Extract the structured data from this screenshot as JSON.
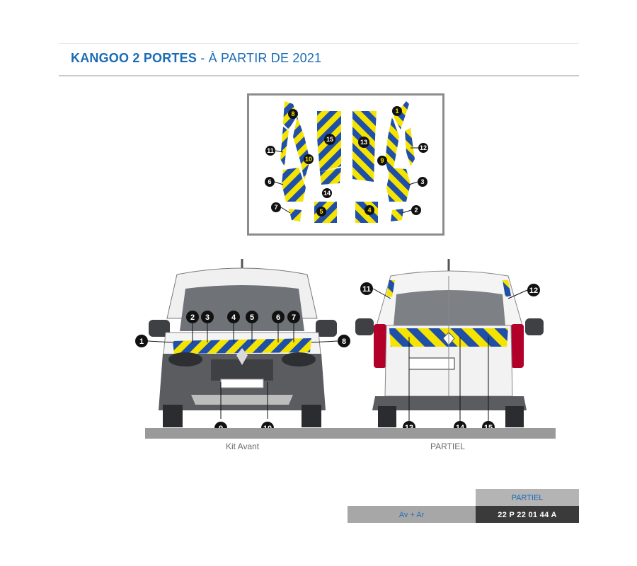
{
  "header": {
    "title_bold": "KANGOO 2 PORTES",
    "title_separator": " - ",
    "title_rest": "À PARTIR DE 2021"
  },
  "kit_pieces": {
    "labels": [
      "1",
      "2",
      "3",
      "4",
      "5",
      "6",
      "7",
      "8",
      "9",
      "10",
      "11",
      "12",
      "13",
      "14",
      "15"
    ]
  },
  "front_view": {
    "caption": "Kit Avant",
    "callouts": [
      "1",
      "2",
      "3",
      "4",
      "5",
      "6",
      "7",
      "8",
      "9",
      "10"
    ]
  },
  "rear_view": {
    "caption": "PARTIEL",
    "callouts": [
      "11",
      "12",
      "13",
      "14",
      "15"
    ]
  },
  "info_table": {
    "type": "PARTIEL",
    "position": "Av + Ar",
    "reference": "22 P 22 01 44 A"
  },
  "colors": {
    "brand_blue": "#1a6cb5",
    "stripe_yellow": "#f5e400",
    "stripe_blue": "#1f4fa8",
    "body_grey": "#5a5c60"
  }
}
